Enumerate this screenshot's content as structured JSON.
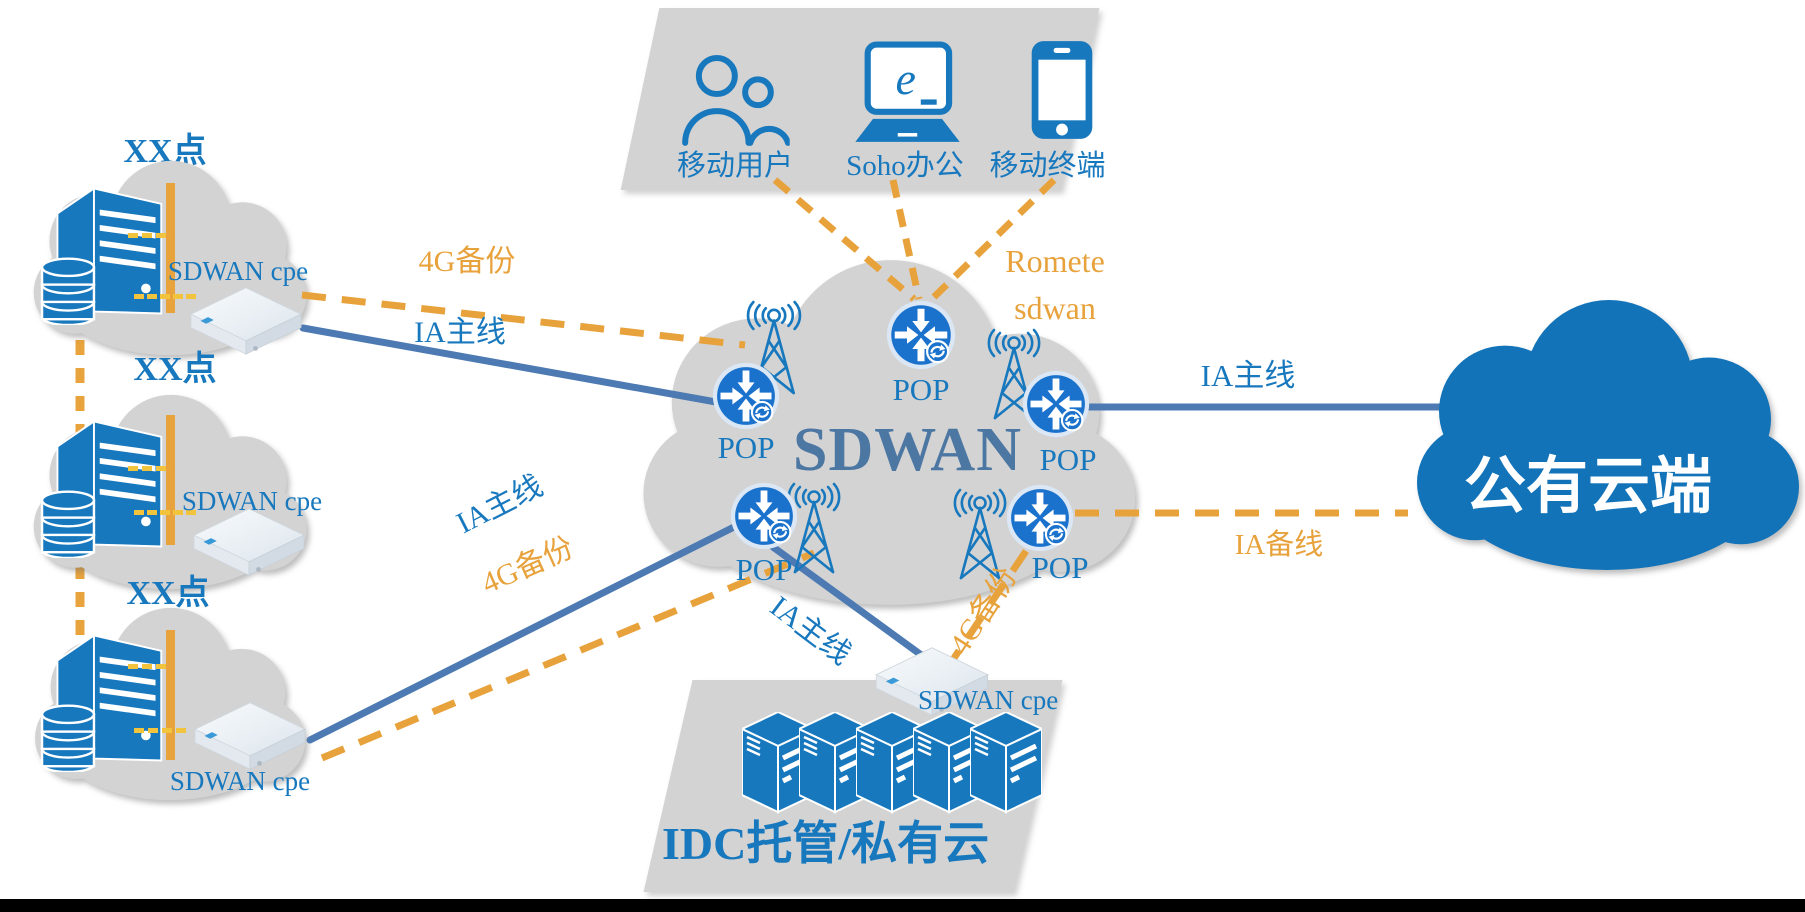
{
  "colors": {
    "blue_text": "#1878be",
    "steel_line": "#4d7ab2",
    "orange": "#e8a23c",
    "gray_shape": "#d3d3d3",
    "cloud_blue": "#1273b9",
    "sdwan_title": "#4d77a3"
  },
  "access_panel": {
    "items": [
      {
        "label": "移动用户",
        "icon": "users-icon"
      },
      {
        "label": "Soho办公",
        "icon": "laptop-icon",
        "icon_glyph": "e"
      },
      {
        "label": "移动终端",
        "icon": "smartphone-icon"
      }
    ]
  },
  "branch_sites": {
    "title": "XX点",
    "cpe_label": "SDWAN cpe"
  },
  "core": {
    "title": "SDWAN",
    "pop_label": "POP",
    "remote_label_line1": "Romete",
    "remote_label_line2": "sdwan"
  },
  "links": {
    "ia_main": "IA主线",
    "backup_4g": "4G备份",
    "ia_backup": "IA备线"
  },
  "public_cloud": {
    "label": "公有云端"
  },
  "idc": {
    "label": "IDC托管/私有云",
    "cpe_label": "SDWAN cpe"
  }
}
